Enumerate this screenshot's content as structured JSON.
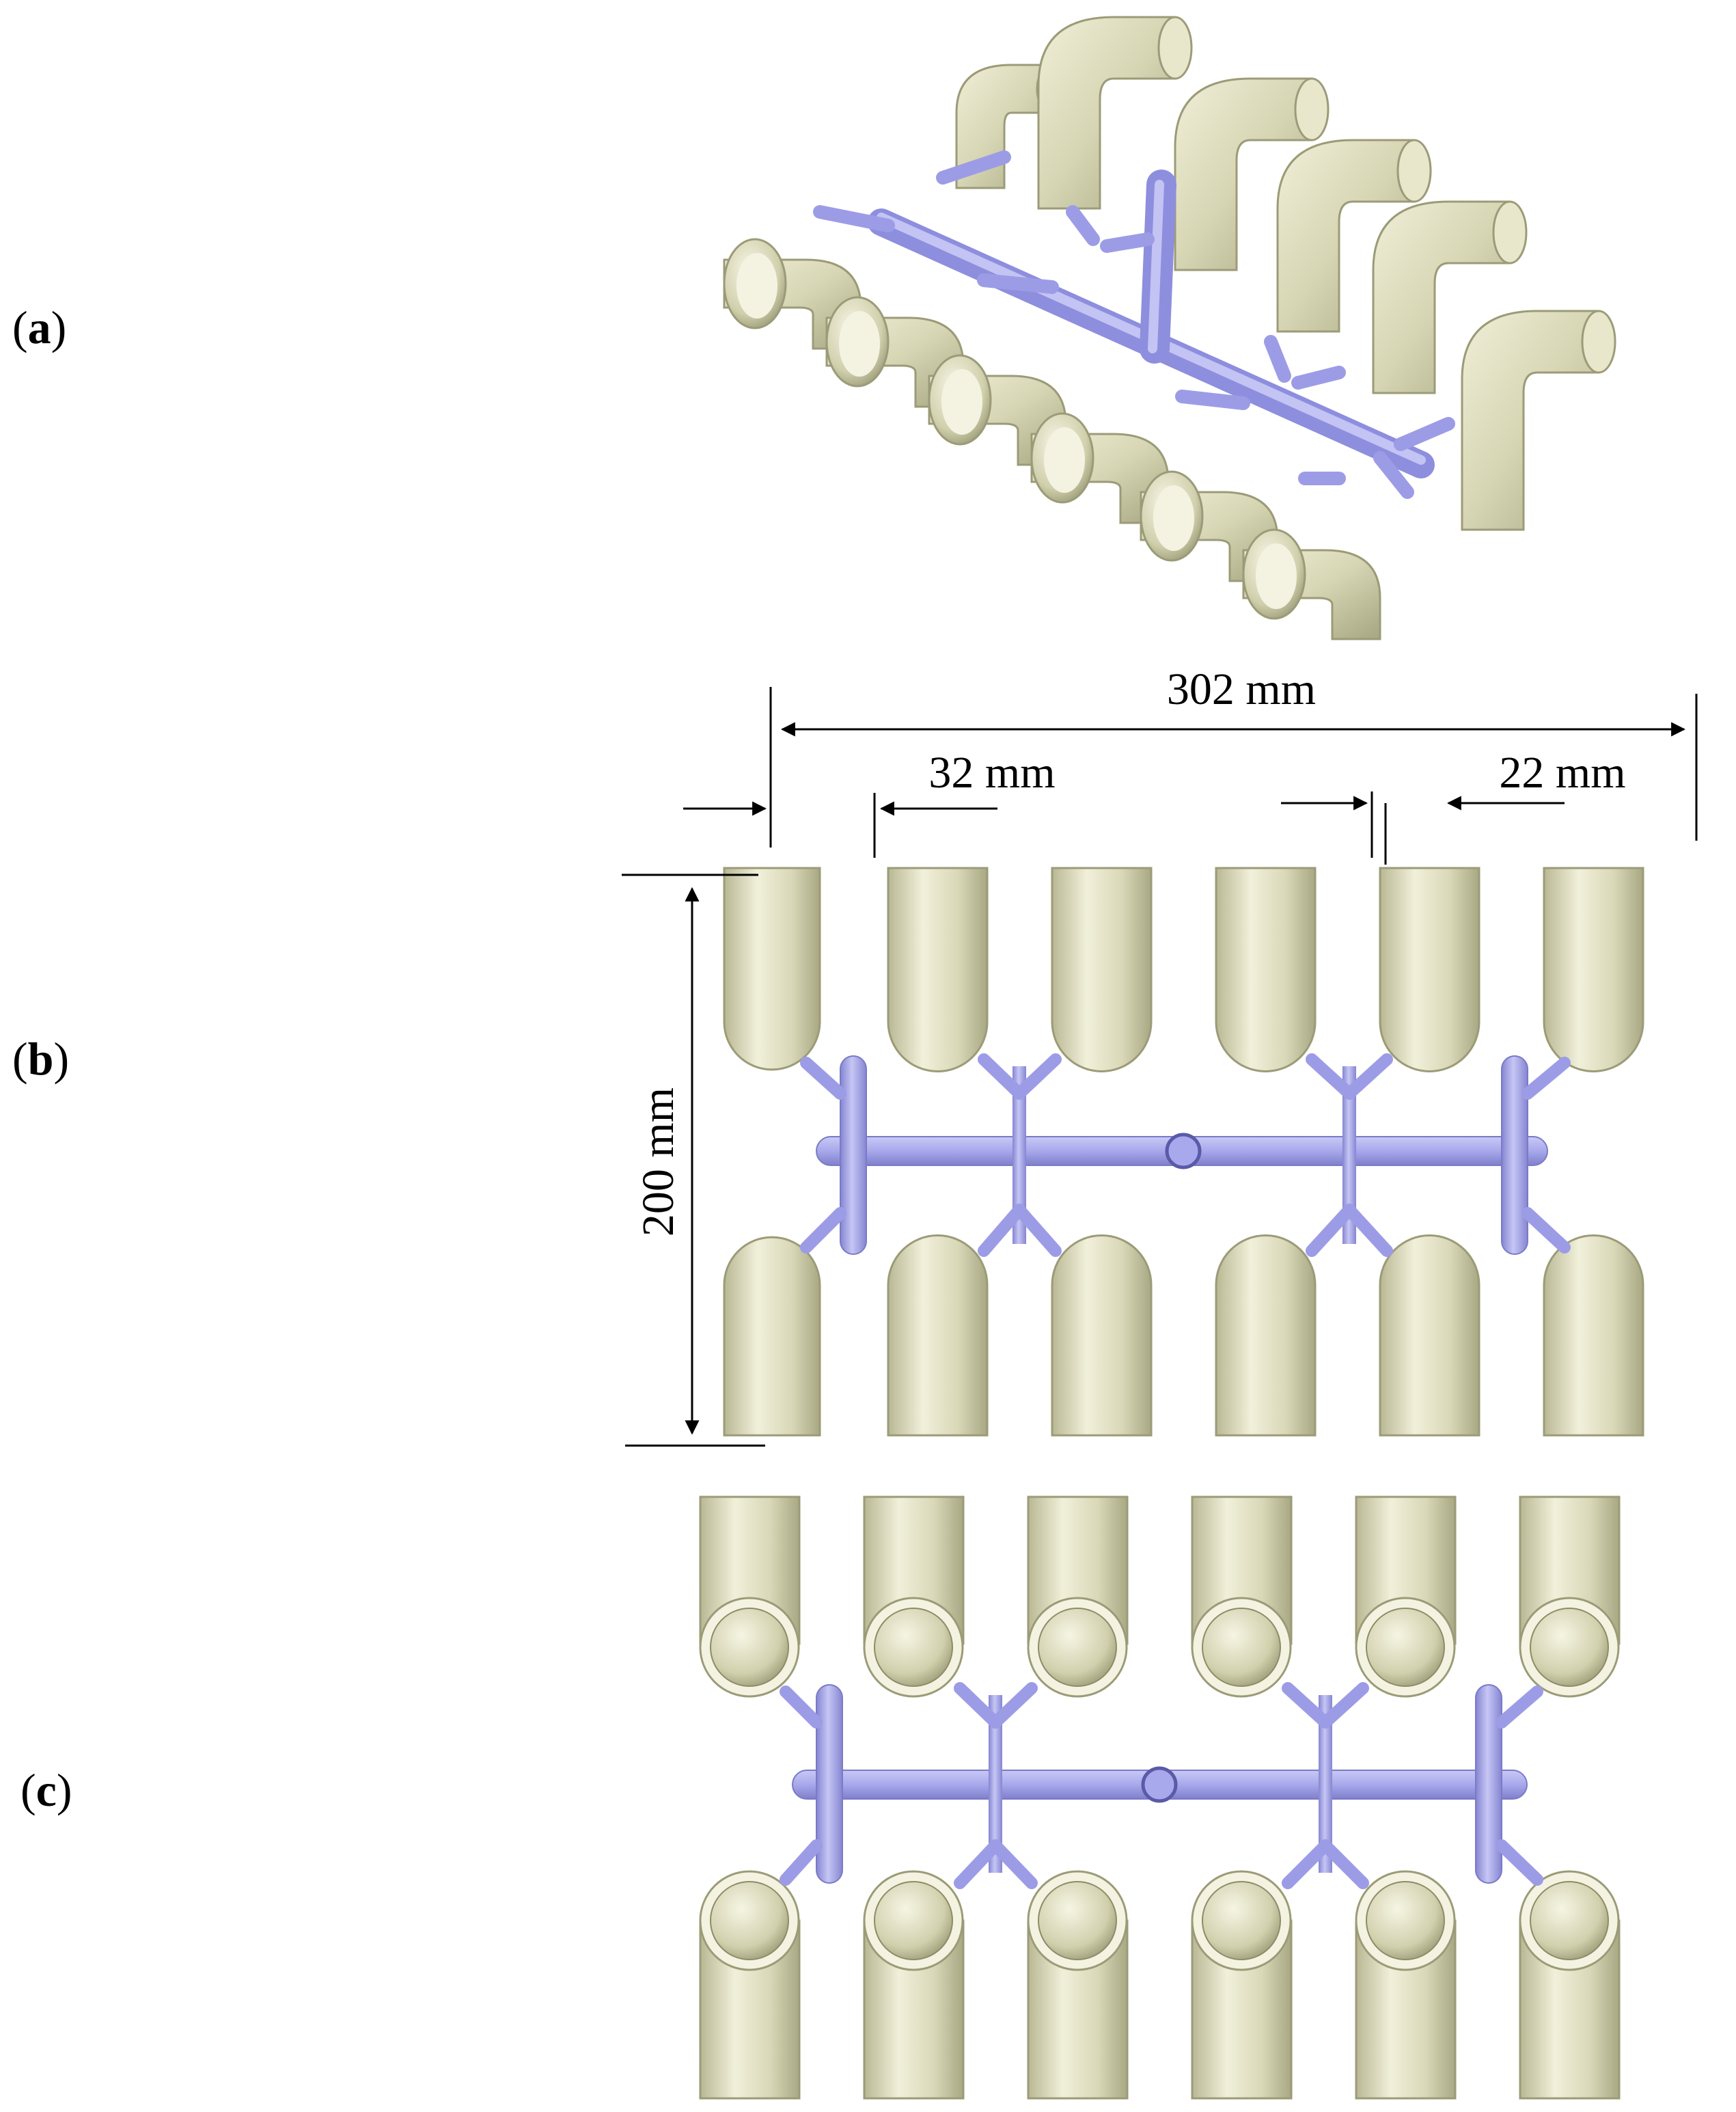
{
  "panels": {
    "a": {
      "open": "(",
      "letter": "a",
      "close": ")"
    },
    "b": {
      "open": "(",
      "letter": "b",
      "close": ")"
    },
    "c": {
      "open": "(",
      "letter": "c",
      "close": ")"
    }
  },
  "dimensions": {
    "overall_width": "302 mm",
    "spacing_left": "32 mm",
    "spacing_right": "22 mm",
    "height": "200 mm"
  },
  "colors": {
    "casting": "#d9d8b8",
    "casting_dark": "#b4b38f",
    "casting_light": "#f3f2de",
    "runner": "#a8a8ec",
    "runner_dark": "#7f7fcc",
    "runner_light": "#c9c9f6"
  }
}
